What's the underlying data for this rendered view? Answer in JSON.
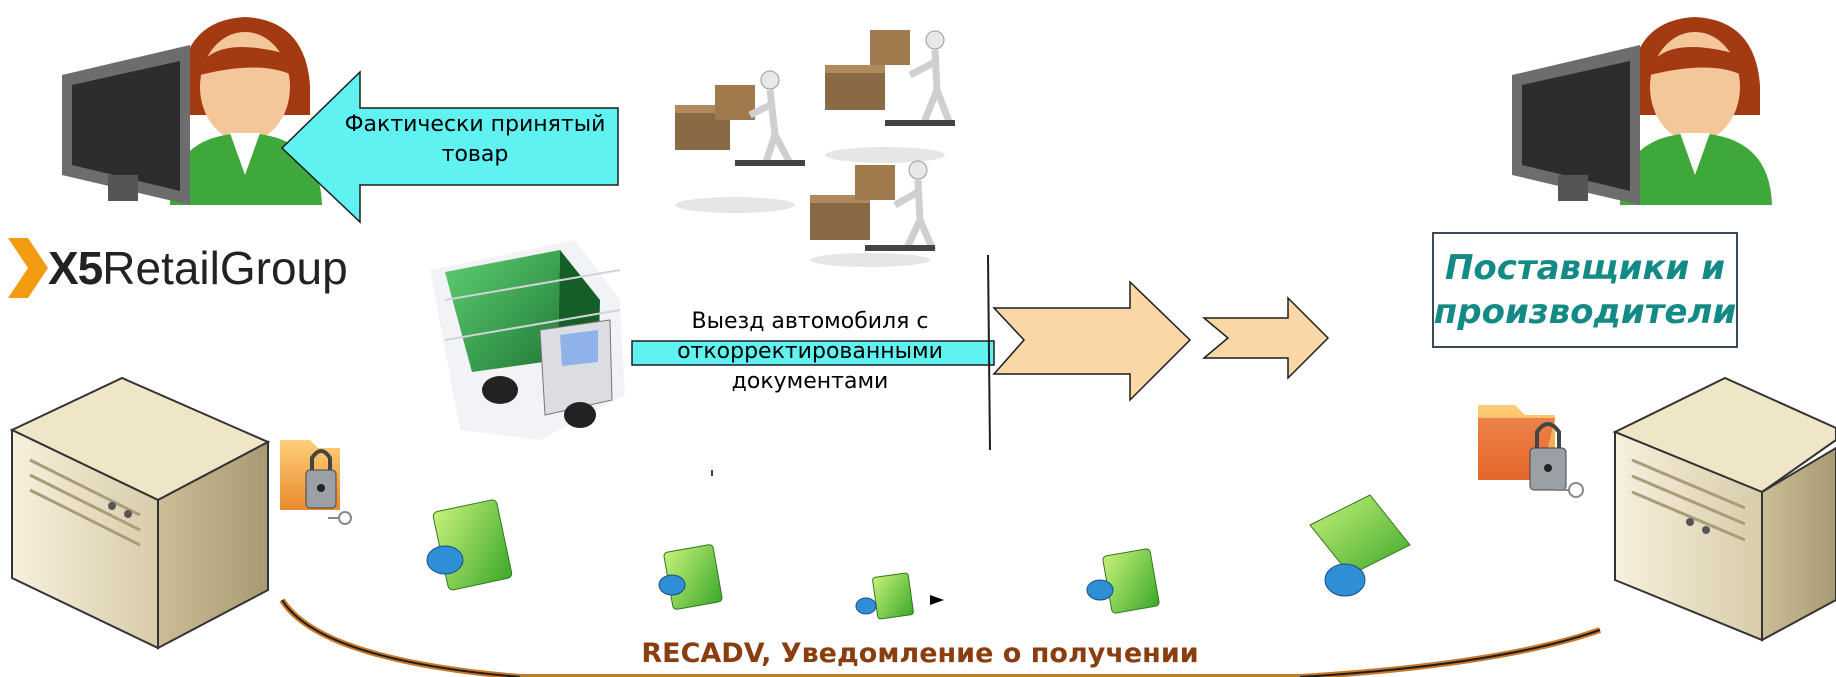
{
  "left_arrow": {
    "label": "Фактически принятый товар"
  },
  "truck_arrow": {
    "label": "Выезд автомобиля с откорректированными документами"
  },
  "supplier": {
    "label": "Поставщики и производители"
  },
  "bottom_arrow": {
    "label": "RECADV, Уведомление о получении"
  },
  "logo": {
    "mark": "X5",
    "text": "RetailGroup"
  },
  "colors": {
    "cyan_arrow": "#5ff2f0",
    "peach_arrow": "#fbd7a8",
    "supplier_text": "#138a85",
    "bottom_label": "#8a3d0f",
    "logo_chevron": "#f39c12",
    "curve": "#c9782a"
  },
  "icons": [
    "user-at-computer-icon",
    "server-icon",
    "locked-folder-icon",
    "green-document-lock-icon",
    "delivery-truck-icon",
    "warehouse-workers-icon"
  ]
}
